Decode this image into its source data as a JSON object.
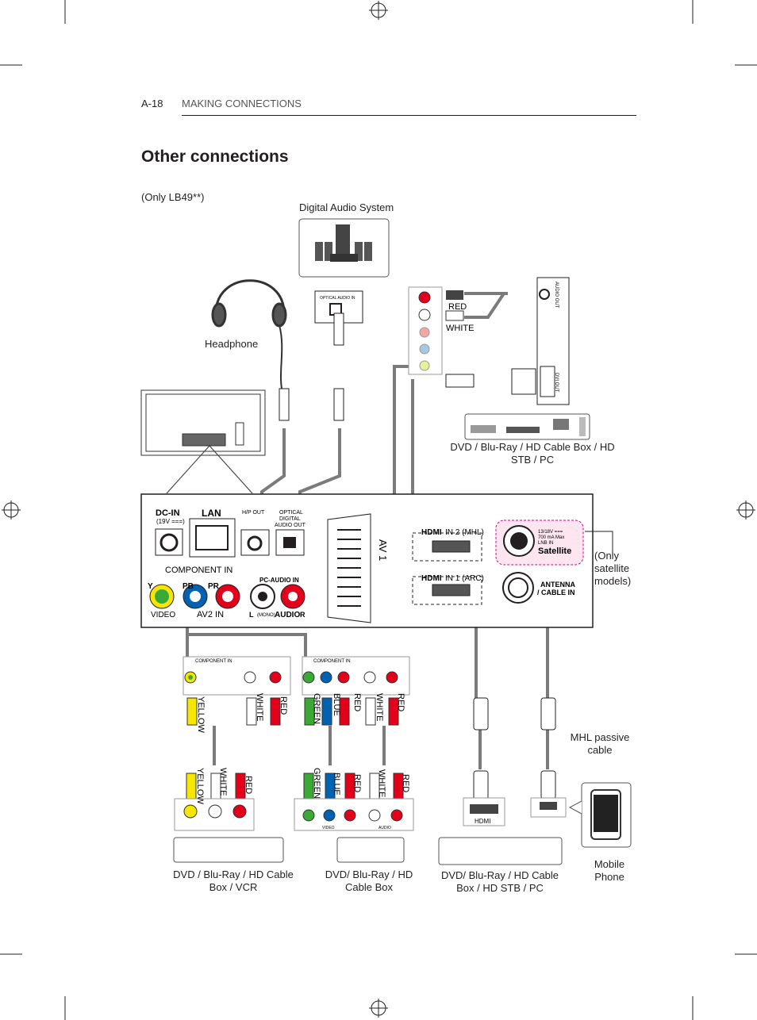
{
  "header": {
    "page_number": "A-18",
    "section_title": "MAKING CONNECTIONS"
  },
  "title": "Other connections",
  "note": "(Only LB49**)",
  "device_labels": {
    "digital_audio": "Digital Audio System",
    "headphone": "Headphone",
    "satellite_note": [
      "(Only",
      "satellite",
      "models)"
    ],
    "mhl_cable": [
      "MHL passive",
      "cable"
    ],
    "mobile": [
      "Mobile",
      "Phone"
    ],
    "pc_sources": [
      "DVD / Blu-Ray / HD Cable Box / HD",
      "STB / PC"
    ],
    "vcr_sources": [
      "DVD / Blu-Ray / HD Cable",
      "Box / VCR"
    ],
    "component_sources": [
      "DVD/ Blu-Ray / HD",
      "Cable Box"
    ],
    "hdmi_sources": [
      "DVD/ Blu-Ray / HD Cable",
      "Box / HD STB / PC"
    ]
  },
  "cable_colors": {
    "red": "RED",
    "white": "WHITE",
    "yellow": "YELLOW",
    "green": "GREEN",
    "blue": "BLUE"
  },
  "panel": {
    "dc_in": "DC-IN",
    "dc_volt": "(19V ===)",
    "lan": "LAN",
    "hp_out": "H/P OUT",
    "optical_l1": "OPTICAL",
    "optical_l2": "DIGITAL",
    "optical_l3": "AUDIO OUT",
    "component_in": "COMPONENT IN",
    "pc_audio_in": "PC-AUDIO IN",
    "video": "VIDEO",
    "av2_in": "AV2 IN",
    "audio": "AUDIO",
    "mono": "(MONO)",
    "y": "Y",
    "pb": "PB",
    "pr": "PR",
    "l": "L",
    "r": "R",
    "av1": "AV 1",
    "hdmi2": "IN 2 (MHL)",
    "hdmi1": "IN 1 (ARC)",
    "sat_spec1": "13/18V ===",
    "sat_spec2": "700 mA Max",
    "sat_spec3": "LNB IN",
    "satellite": "Satellite",
    "antenna1": "ANTENNA",
    "antenna2": "/ CABLE IN",
    "hdmi_logo": "HDMI"
  },
  "small_labels": {
    "optical_audio_in": "OPTICAL AUDIO IN",
    "audio_out": "AUDIO OUT",
    "dvi_out": "DVI OUT",
    "hdmi_device": "HDMI",
    "audio_small": "AUDIO",
    "video_small": "VIDEO"
  },
  "colors": {
    "cable": "#7b7b7c",
    "yellow": "#f6e600",
    "red": "#e2001a",
    "green": "#3aa935",
    "blue": "#0062b0",
    "pink": "#e4007f",
    "panel_border": "#231f20"
  }
}
